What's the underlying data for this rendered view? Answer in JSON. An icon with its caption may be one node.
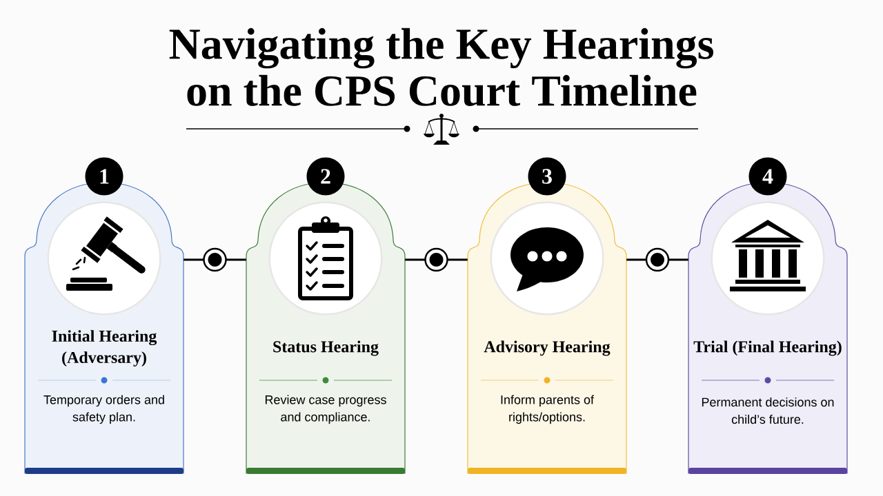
{
  "diagram": {
    "title": "Navigating the Key Hearings on the CPS Court Timeline",
    "nodes": [
      {
        "text": [
          "1"
        ]
      },
      {
        "text": [
          "Initial Hearing (Adversary)",
          "Temporary orders and safety plan."
        ]
      },
      {
        "text": [
          "2"
        ]
      },
      {
        "text": [
          "Status Hearing",
          "Review case progress and compliance."
        ]
      },
      {
        "text": [
          "3"
        ]
      },
      {
        "text": [
          "Advisory Hearing",
          "Inform parents of rights/options."
        ]
      },
      {
        "text": [
          "4"
        ]
      },
      {
        "text": [
          "Trial (Final Hearing)",
          "Permanent decisions on child’s future."
        ]
      }
    ],
    "edges": [
      {
        "from": 1,
        "to": 3,
        "arrow": "none"
      },
      {
        "from": 3,
        "to": 5,
        "arrow": "none"
      },
      {
        "from": 5,
        "to": 7,
        "arrow": "none"
      }
    ]
  }
}
